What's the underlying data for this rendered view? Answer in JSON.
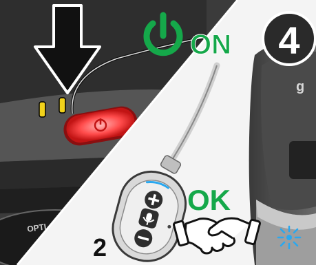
{
  "scene": {
    "step_number": "4",
    "power_label": "ON",
    "ok_label": "OK",
    "remote_number": "2",
    "base_brand_letter": "g",
    "base_small_text": "OPTI",
    "colors": {
      "green": "#15a84a",
      "red_button": "#e8262c",
      "red_glow": "#ff6f6f",
      "yellow_pins": "#f2d21b",
      "blue_led": "#29a8f0",
      "dark_device": "#2b2b2b",
      "grey_device": "#4a4a4a",
      "remote_grey": "#d9d9d9",
      "badge": "#2a2a2a"
    },
    "icons": [
      "down-arrow-icon",
      "power-icon",
      "plus-icon",
      "microphone-icon",
      "minus-icon",
      "handshake-icon",
      "led-sparkle-icon"
    ]
  }
}
